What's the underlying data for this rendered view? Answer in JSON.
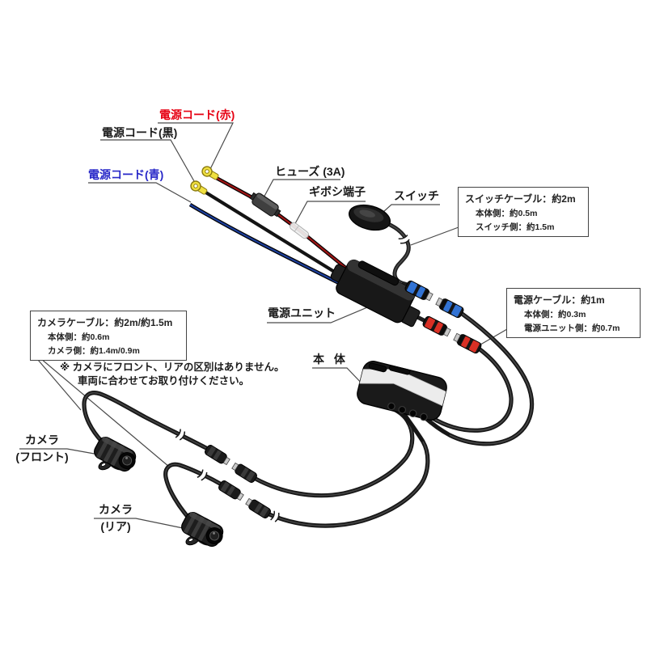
{
  "labels": {
    "cord_red": "電源コード(赤)",
    "cord_black": "電源コード(黒)",
    "cord_blue": "電源コード(青)",
    "fuse": "ヒューズ (3A)",
    "giboshi": "ギボシ端子",
    "switch": "スイッチ",
    "power_unit": "電源ユニット",
    "main_unit": "本 体",
    "camera_front_name": "カメラ",
    "camera_front_sub": "(フロント)",
    "camera_rear_name": "カメラ",
    "camera_rear_sub": "(リア)"
  },
  "callouts": {
    "switch_cable": {
      "title": "スイッチケーブル：約2m",
      "detail1": "本体側：約0.5m",
      "detail2": "スイッチ側：約1.5m"
    },
    "power_cable": {
      "title": "電源ケーブル：約1m",
      "detail1": "本体側：約0.3m",
      "detail2": "電源ユニット側：約0.7m"
    },
    "camera_cable": {
      "title": "カメラケーブル：約2m/約1.5m",
      "detail1": "本体側：約0.6m",
      "detail2": "カメラ側：約1.4m/0.9m"
    }
  },
  "note": {
    "line1": "※ カメラにフロント、リアの区別はありません。",
    "line2": "車両に合わせてお取り付けください。"
  },
  "colors": {
    "label_red": "#e60012",
    "label_blue": "#2828c8",
    "wire_red": "#9e1515",
    "wire_blue": "#1d3f9c",
    "wire_black": "#141414",
    "connector_red": "#d93025",
    "connector_blue": "#3273d4",
    "terminal_yellow": "#f0e040",
    "cable_black": "#161616",
    "silver_band": "#ececec"
  }
}
